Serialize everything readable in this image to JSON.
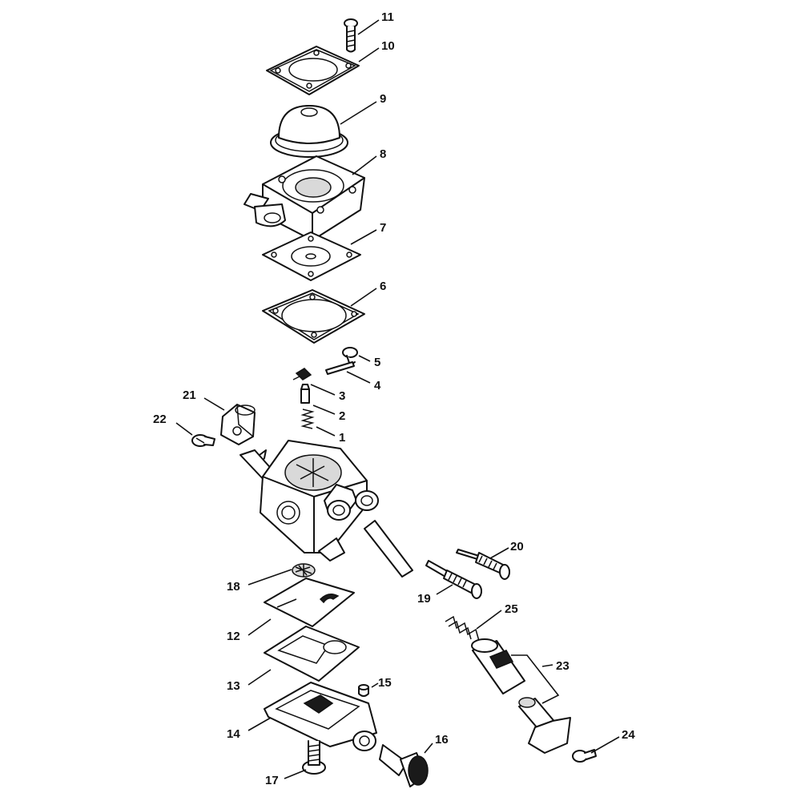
{
  "callouts": {
    "p1": "1",
    "p2": "2",
    "p3": "3",
    "p4": "4",
    "p5": "5",
    "p6": "6",
    "p7": "7",
    "p8": "8",
    "p9": "9",
    "p10": "10",
    "p11": "11",
    "p12": "12",
    "p13": "13",
    "p14": "14",
    "p15": "15",
    "p16": "16",
    "p17": "17",
    "p18": "18",
    "p19": "19",
    "p20": "20",
    "p21": "21",
    "p22": "22",
    "p23": "23",
    "p24": "24",
    "p25": "25"
  },
  "colors": {
    "line": "#111111",
    "background": "#ffffff"
  }
}
